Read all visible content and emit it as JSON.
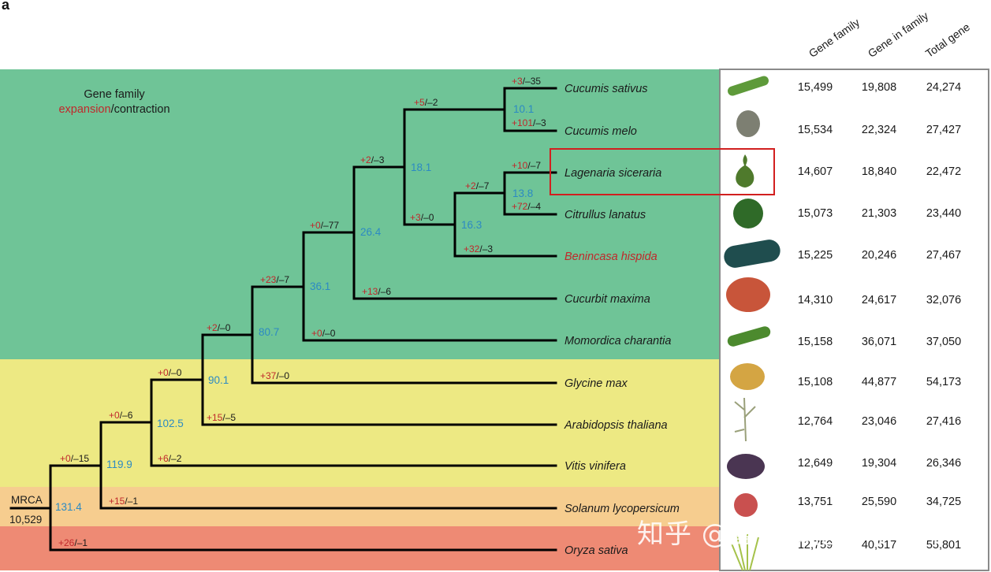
{
  "panel_label": "a",
  "legend": {
    "line1": "Gene family",
    "expansion": "expansion",
    "contraction": "/contraction"
  },
  "colors": {
    "cucurbit_band": "#6fc497",
    "dicot_band": "#ede983",
    "solanum_band": "#f6cd8f",
    "monocot_band": "#ee8a74",
    "expansion": "#c0282b",
    "contraction": "#1a1a1a",
    "node_age": "#2c8ac3",
    "highlight": "#d21f1f",
    "panel_border": "#8a8a8a"
  },
  "table_headers": [
    "Gene family",
    "Gene in family",
    "Total gene"
  ],
  "root": {
    "label": "MRCA",
    "value": "10,529"
  },
  "species": [
    {
      "name": "Cucumis sativus",
      "image": "cucumber-image",
      "gene_family": "15,499",
      "gene_in_family": "19,808",
      "total_gene": "24,274",
      "exp": "+3",
      "con": "/–35"
    },
    {
      "name": "Cucumis melo",
      "image": "melon-image",
      "gene_family": "15,534",
      "gene_in_family": "22,324",
      "total_gene": "27,427",
      "exp": "+101",
      "con": "/–3"
    },
    {
      "name": "Lagenaria siceraria",
      "image": "bottle-gourd-image",
      "gene_family": "14,607",
      "gene_in_family": "18,840",
      "total_gene": "22,472",
      "exp": "+10",
      "con": "/–7",
      "highlighted": true
    },
    {
      "name": "Citrullus lanatus",
      "image": "watermelon-image",
      "gene_family": "15,073",
      "gene_in_family": "21,303",
      "total_gene": "23,440",
      "exp": "+72",
      "con": "/–4"
    },
    {
      "name": "Benincasa hispida",
      "image": "wax-gourd-image",
      "gene_family": "15,225",
      "gene_in_family": "20,246",
      "total_gene": "27,467",
      "exp": "+32",
      "con": "/–3",
      "red_name": true
    },
    {
      "name": "Cucurbit maxima",
      "image": "pumpkin-image",
      "gene_family": "14,310",
      "gene_in_family": "24,617",
      "total_gene": "32,076",
      "exp": "+13",
      "con": "/–6"
    },
    {
      "name": "Momordica charantia",
      "image": "bitter-melon-image",
      "gene_family": "15,158",
      "gene_in_family": "36,071",
      "total_gene": "37,050",
      "exp": "+0",
      "con": "/–0"
    },
    {
      "name": "Glycine max",
      "image": "soybean-image",
      "gene_family": "15,108",
      "gene_in_family": "44,877",
      "total_gene": "54,173",
      "exp": "+37",
      "con": "/–0"
    },
    {
      "name": "Arabidopsis thaliana",
      "image": "arabidopsis-image",
      "gene_family": "12,764",
      "gene_in_family": "23,046",
      "total_gene": "27,416",
      "exp": "+15",
      "con": "/–5"
    },
    {
      "name": "Vitis vinifera",
      "image": "grape-image",
      "gene_family": "12,649",
      "gene_in_family": "19,304",
      "total_gene": "26,346",
      "exp": "+6",
      "con": "/–2"
    },
    {
      "name": "Solanum lycopersicum",
      "image": "tomato-image",
      "gene_family": "13,751",
      "gene_in_family": "25,590",
      "total_gene": "34,725",
      "exp": "+15",
      "con": "/–1"
    },
    {
      "name": "Oryza sativa",
      "image": "rice-image",
      "gene_family": "12,759",
      "gene_in_family": "40,517",
      "total_gene": "55,801",
      "exp": "+26",
      "con": "/–1"
    }
  ],
  "internal_nodes": [
    {
      "id": "n_cucumis",
      "age": "10.1",
      "exp": "+5",
      "con": "/–2"
    },
    {
      "id": "n_lag_cit",
      "age": "13.8",
      "exp": "+2",
      "con": "/–7"
    },
    {
      "id": "n_benincasa",
      "age": "16.3",
      "exp": "+3",
      "con": "/–0"
    },
    {
      "id": "n_benincaseae",
      "age": "18.1",
      "exp": "+2",
      "con": "/–3"
    },
    {
      "id": "n_cucurbita",
      "age": "26.4",
      "exp": "+0",
      "con": "/–77"
    },
    {
      "id": "n_momordica",
      "age": "36.1",
      "exp": "+23",
      "con": "/–7"
    },
    {
      "id": "n_cucurbitaceae",
      "age": "80.7",
      "exp": "+2",
      "con": "/–0"
    },
    {
      "id": "n_fabids",
      "age": "90.1",
      "exp": "+0",
      "con": "/–0"
    },
    {
      "id": "n_rosids",
      "age": "102.5",
      "exp": "+0",
      "con": "/–6"
    },
    {
      "id": "n_eudicots",
      "age": "119.9",
      "exp": "+0",
      "con": "/–15"
    },
    {
      "id": "n_angiosperms",
      "age": "131.4",
      "exp": "",
      "con": ""
    }
  ],
  "watermark": "知乎 @鑫波和他的小鱼干"
}
